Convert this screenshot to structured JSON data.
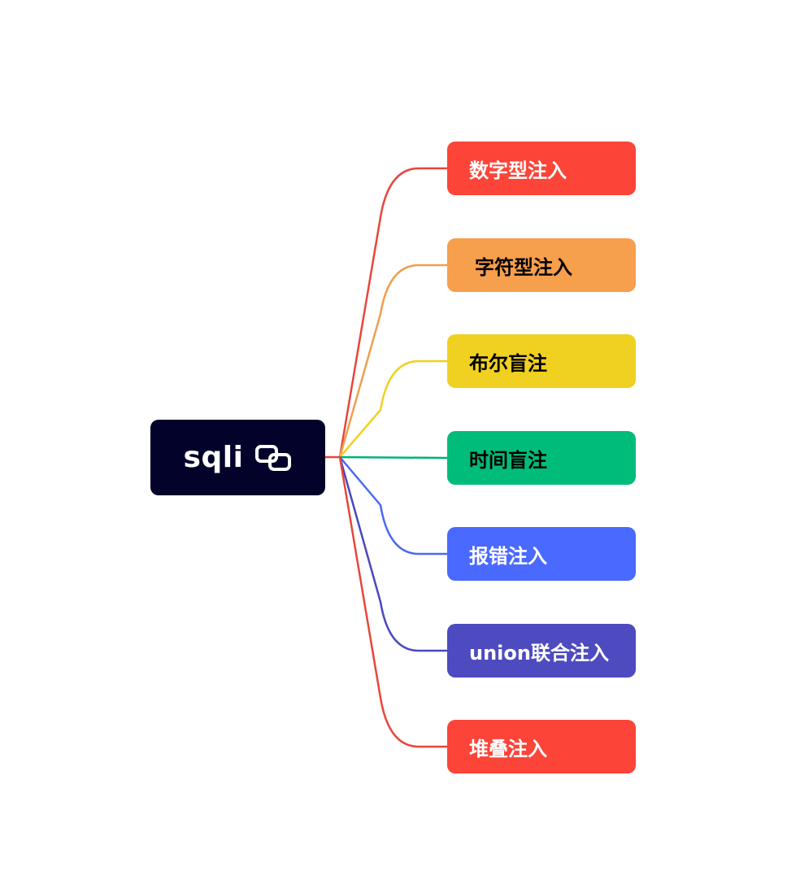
{
  "root": {
    "label": "sqli",
    "icon": "link-icon",
    "color": "#02022a"
  },
  "branches": [
    {
      "label": "数字型注入",
      "color": "#fc4438",
      "text_color": "#ffffff",
      "line_color": "#e8463c"
    },
    {
      "label": "字符型注入",
      "color": "#f69f4d",
      "text_color": "#000000",
      "line_color": "#ef9f4f",
      "leading_space": true
    },
    {
      "label": "布尔盲注",
      "color": "#f0d121",
      "text_color": "#000000",
      "line_color": "#f0d121"
    },
    {
      "label": "时间盲注",
      "color": "#00bc7a",
      "text_color": "#000000",
      "line_color": "#00b27a"
    },
    {
      "label": "报错注入",
      "color": "#4a69ff",
      "text_color": "#ffffff",
      "line_color": "#4a69f0"
    },
    {
      "label": "union联合注入",
      "color": "#4d4bbf",
      "text_color": "#ffffff",
      "line_color": "#4a48bd"
    },
    {
      "label": "堆叠注入",
      "color": "#fc4438",
      "text_color": "#ffffff",
      "line_color": "#e8463c"
    }
  ]
}
